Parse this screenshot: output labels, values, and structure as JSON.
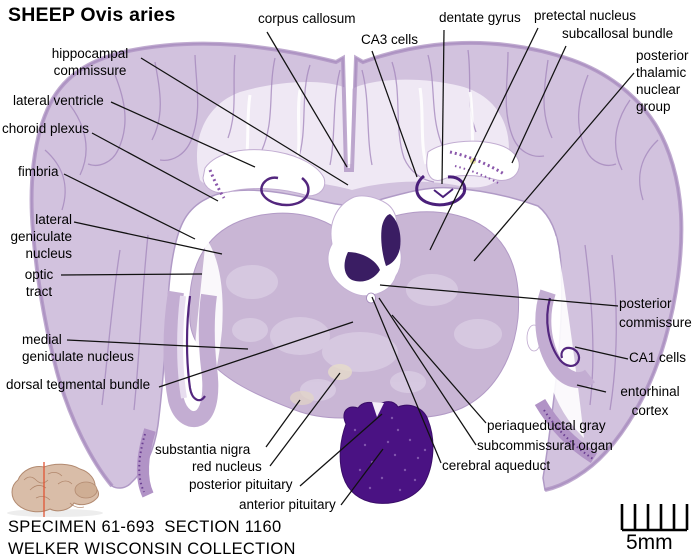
{
  "title": "SHEEP Ovis aries",
  "labels": [
    {
      "id": "hippocampal-commissure",
      "text": "hippocampal\ncommissure"
    },
    {
      "id": "lateral-ventricle",
      "text": "lateral ventricle"
    },
    {
      "id": "choroid-plexus",
      "text": "choroid plexus"
    },
    {
      "id": "fimbria",
      "text": "fimbria"
    },
    {
      "id": "lateral-geniculate-nucleus",
      "text": "lateral\ngeniculate\nnucleus"
    },
    {
      "id": "optic-tract",
      "text": "optic\ntract"
    },
    {
      "id": "medial-geniculate-nucleus",
      "text": "medial\ngeniculate nucleus"
    },
    {
      "id": "dorsal-tegmental-bundle",
      "text": "dorsal tegmental bundle"
    },
    {
      "id": "substantia-nigra",
      "text": "substantia nigra"
    },
    {
      "id": "red-nucleus",
      "text": "red nucleus"
    },
    {
      "id": "posterior-pituitary",
      "text": "posterior pituitary"
    },
    {
      "id": "anterior-pituitary",
      "text": "anterior pituitary"
    },
    {
      "id": "corpus-callosum",
      "text": "corpus callosum"
    },
    {
      "id": "ca3-cells",
      "text": "CA3 cells"
    },
    {
      "id": "dentate-gyrus",
      "text": "dentate gyrus"
    },
    {
      "id": "pretectal-nucleus",
      "text": "pretectal nucleus"
    },
    {
      "id": "subcallosal-bundle",
      "text": "subcallosal bundle"
    },
    {
      "id": "posterior-thalamic-nuclear-group",
      "text": "posterior\nthalamic\nnuclear\ngroup"
    },
    {
      "id": "posterior-commissure",
      "text": "posterior\ncommissure"
    },
    {
      "id": "ca1-cells",
      "text": "CA1 cells"
    },
    {
      "id": "entorhinal-cortex",
      "text": "entorhinal\ncortex"
    },
    {
      "id": "periaqueductal-gray",
      "text": "periaqueductal gray"
    },
    {
      "id": "subcommissural-organ",
      "text": "subcommissural organ"
    },
    {
      "id": "cerebral-aqueduct",
      "text": "cerebral aqueduct"
    }
  ],
  "footer": {
    "line1": "SPECIMEN 61-693  SECTION 1160",
    "line2": "WELKER WISCONSIN COLLECTION"
  },
  "scale_bar": {
    "label": "5mm",
    "ticks": 6
  },
  "icons": {
    "thumbnail": "sheep-brain-lateral-view-with-section-plane"
  },
  "colors": {
    "background": "#ffffff",
    "cortex": "#d2c2de",
    "cortex_rim": "#ab8fc0",
    "white_matter": "#efe8f4",
    "deep_gray": "#c9b6d5",
    "dark_stain": "#4a1283",
    "hippocampus_line": "#53267e",
    "choroid": "#8a57ab",
    "leader_line": "#111111",
    "section_plane_red": "#e05535",
    "thumbnail_tan": "#d9bda8"
  }
}
